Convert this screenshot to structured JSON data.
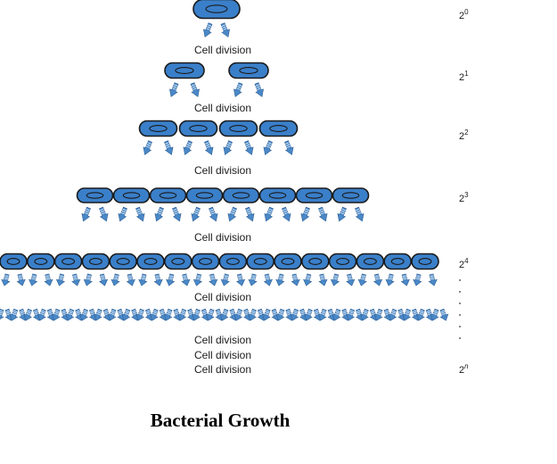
{
  "title": "Bacterial Growth",
  "division_label": "Cell division",
  "powers": [
    {
      "base": "2",
      "exp": "0"
    },
    {
      "base": "2",
      "exp": "1"
    },
    {
      "base": "2",
      "exp": "2"
    },
    {
      "base": "2",
      "exp": "3"
    },
    {
      "base": "2",
      "exp": "4"
    },
    {
      "base": "2",
      "exp": "n"
    }
  ],
  "generations": [
    1,
    2,
    4,
    8,
    16
  ],
  "colors": {
    "cell_fill": "#3a7fc9",
    "cell_stroke": "#1a1a1a",
    "arrow_fill": "#4a88c7",
    "arrow_stroke": "#2c5f96"
  }
}
